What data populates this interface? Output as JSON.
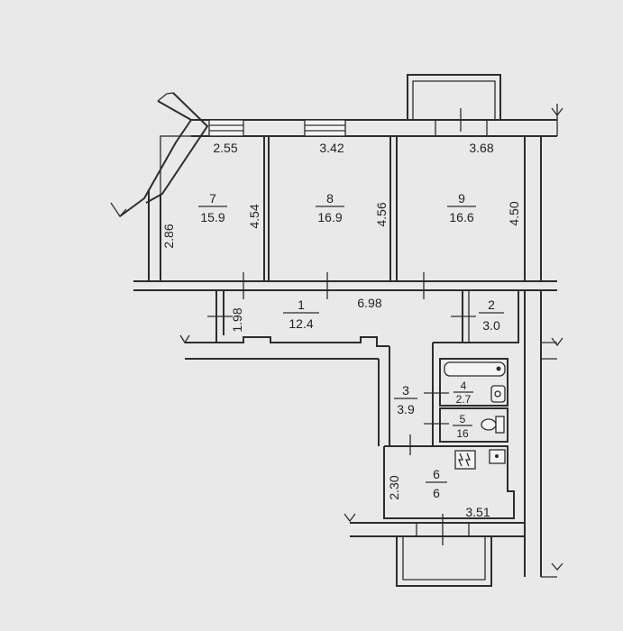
{
  "rooms": [
    {
      "number": "7",
      "area": "15.9"
    },
    {
      "number": "8",
      "area": "16.9"
    },
    {
      "number": "9",
      "area": "16.6"
    },
    {
      "number": "1",
      "area": "12.4"
    },
    {
      "number": "2",
      "area": "3.0"
    },
    {
      "number": "3",
      "area": "3.9"
    },
    {
      "number": "4",
      "area": "2.7"
    },
    {
      "number": "5",
      "area": "16"
    },
    {
      "number": "6",
      "area": "6"
    }
  ],
  "dimensions": {
    "room7_width": "2.55",
    "room8_width": "3.42",
    "room9_width": "3.68",
    "room7_depth_left": "2.86",
    "room7_depth_right": "4.54",
    "room8_depth": "4.56",
    "room9_depth": "4.50",
    "hall_length": "6.98",
    "hall_depth": "1.98",
    "kitchen_depth": "2.30",
    "kitchen_width": "3.51"
  }
}
